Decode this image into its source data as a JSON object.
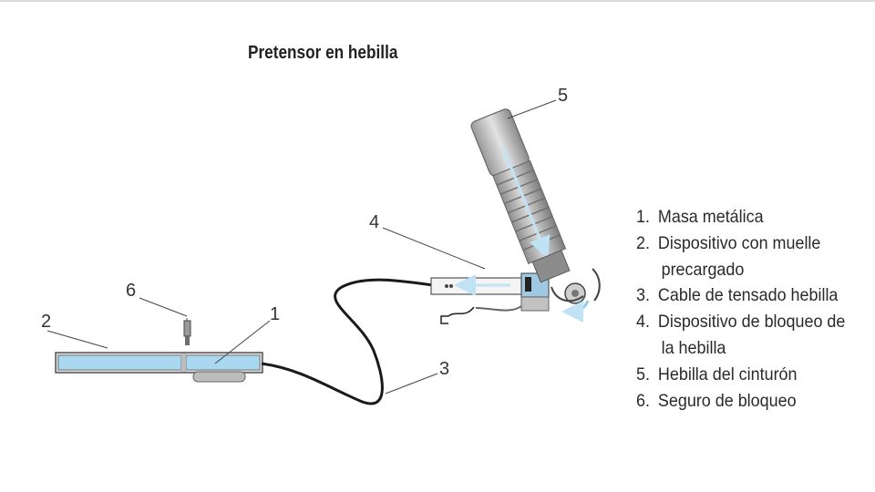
{
  "title": "Pretensor en hebilla",
  "callouts": [
    "1",
    "2",
    "3",
    "4",
    "5",
    "6"
  ],
  "legend": [
    {
      "num": "1.",
      "text": "Masa metálica"
    },
    {
      "num": "2.",
      "text": "Dispositivo con muelle",
      "cont": "precargado"
    },
    {
      "num": "3.",
      "text": "Cable de tensado hebilla"
    },
    {
      "num": "4.",
      "text": "Dispositivo de bloqueo de",
      "cont": "la hebilla"
    },
    {
      "num": "5.",
      "text": "Hebilla del cinturón"
    },
    {
      "num": "6.",
      "text": "Seguro de bloqueo"
    }
  ],
  "colors": {
    "tube_fill": "#a9d8f0",
    "tube_border": "#666666",
    "cable": "#1a1a1a",
    "buckle_gray": "#a6a6a6",
    "arrow": "#bfe3f5"
  }
}
